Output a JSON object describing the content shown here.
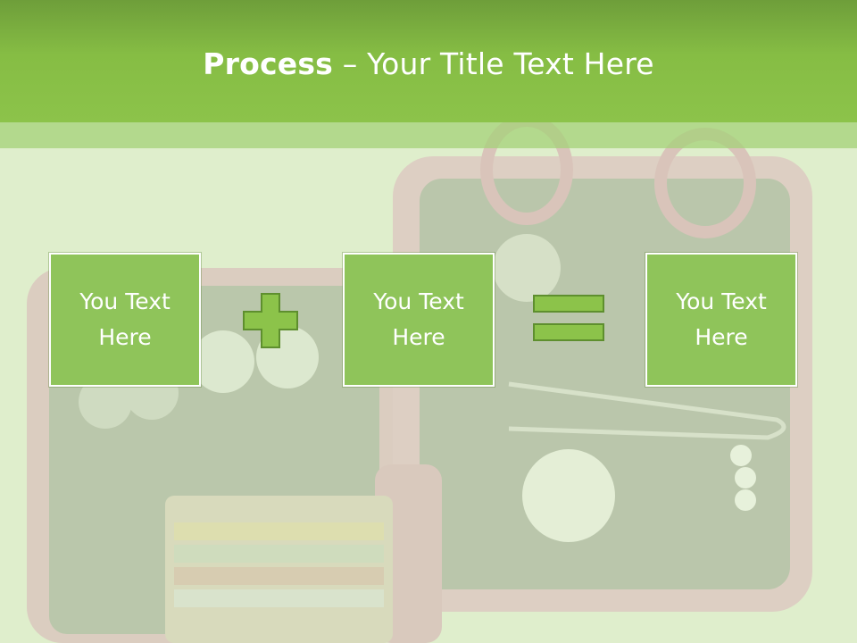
{
  "slide": {
    "title_bold": "Process",
    "title_rest": " – Your Title Text Here"
  },
  "process": {
    "boxes": [
      {
        "text": "You Text Here"
      },
      {
        "text": "You Text Here"
      },
      {
        "text": "You Text Here"
      }
    ],
    "operators": [
      "plus-icon",
      "equals-icon"
    ]
  },
  "colors": {
    "header": "#8cc34a",
    "box_fill": "#8fc45a",
    "operator_fill": "#8cc34a",
    "background": "#d9ebc6"
  }
}
